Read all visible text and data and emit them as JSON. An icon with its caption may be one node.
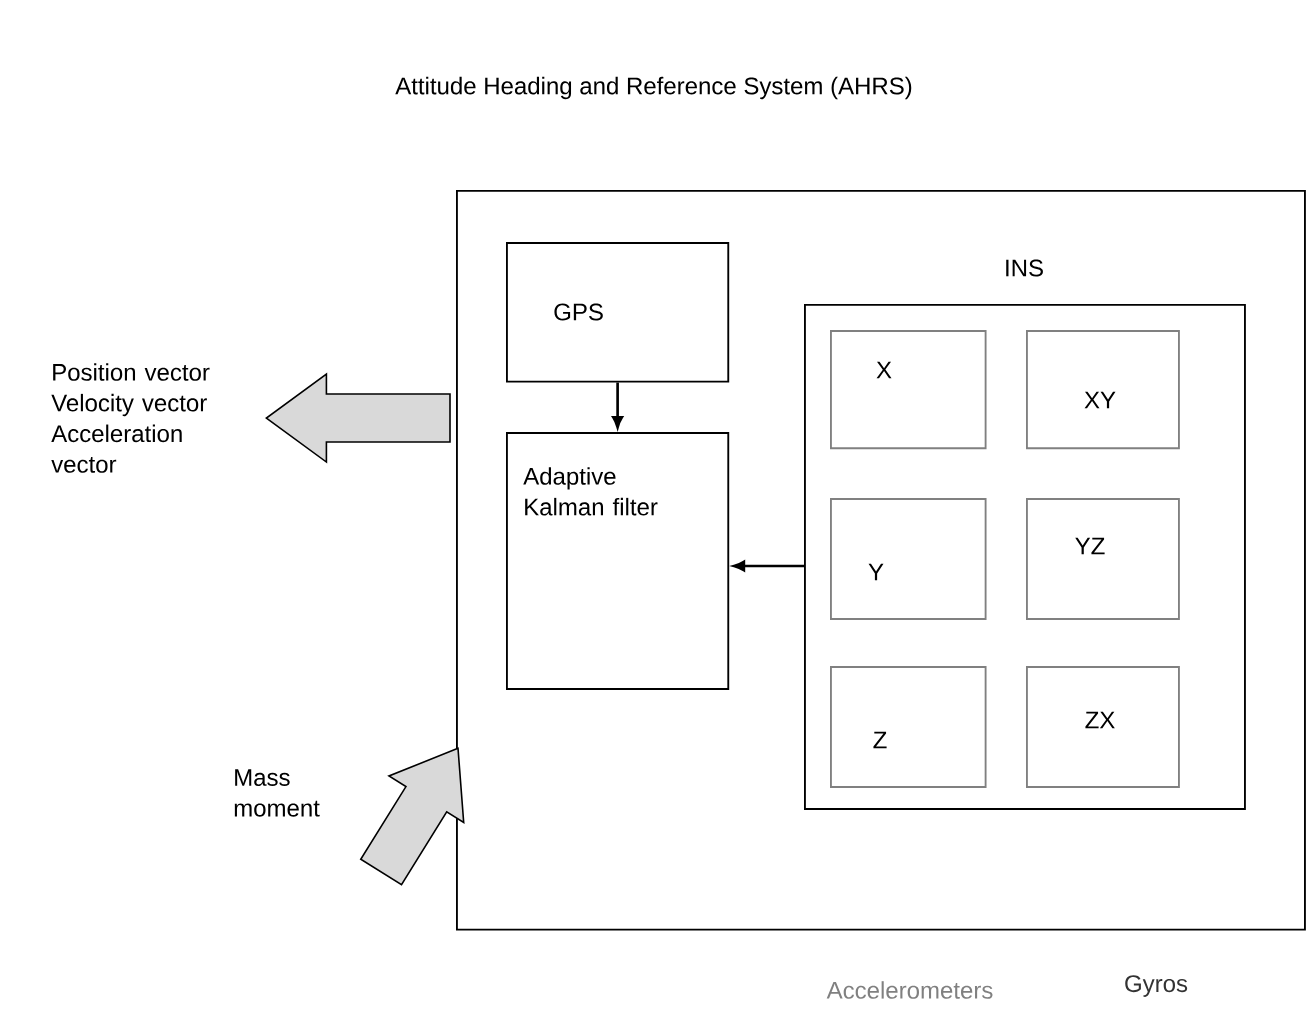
{
  "diagram": {
    "title": "Attitude Heading and Reference System (AHRS)",
    "nodes": [
      {
        "text": [],
        "shape": "box"
      },
      {
        "text": [
          "GPS"
        ],
        "in": 0
      },
      {
        "text": [
          "Adaptive Kalman filter"
        ],
        "in": 0
      },
      {
        "text": [
          "INS"
        ],
        "in": 0
      },
      {
        "text": [
          "X"
        ],
        "in": 3
      },
      {
        "text": [
          "XY"
        ],
        "in": 3
      },
      {
        "text": [
          "Y"
        ],
        "in": 3
      },
      {
        "text": [
          "YZ"
        ],
        "in": 3
      },
      {
        "text": [
          "Z"
        ],
        "in": 3
      },
      {
        "text": [
          "ZX"
        ],
        "in": 3
      },
      {
        "text": [
          "Position vector Velocity vector Acceleration vector"
        ]
      },
      {
        "text": [
          "Mass moment"
        ]
      }
    ],
    "edges": [
      {
        "from": 1,
        "to": 2,
        "arrow": "to"
      },
      {
        "from": 3,
        "to": 2,
        "arrow": "to"
      },
      {
        "from": 0,
        "to": 10,
        "arrow": "to",
        "style": "thick"
      },
      {
        "from": 11,
        "to": 0,
        "arrow": "to",
        "style": "thick"
      }
    ],
    "labels": [
      "Accelerometers",
      "Gyros"
    ]
  }
}
